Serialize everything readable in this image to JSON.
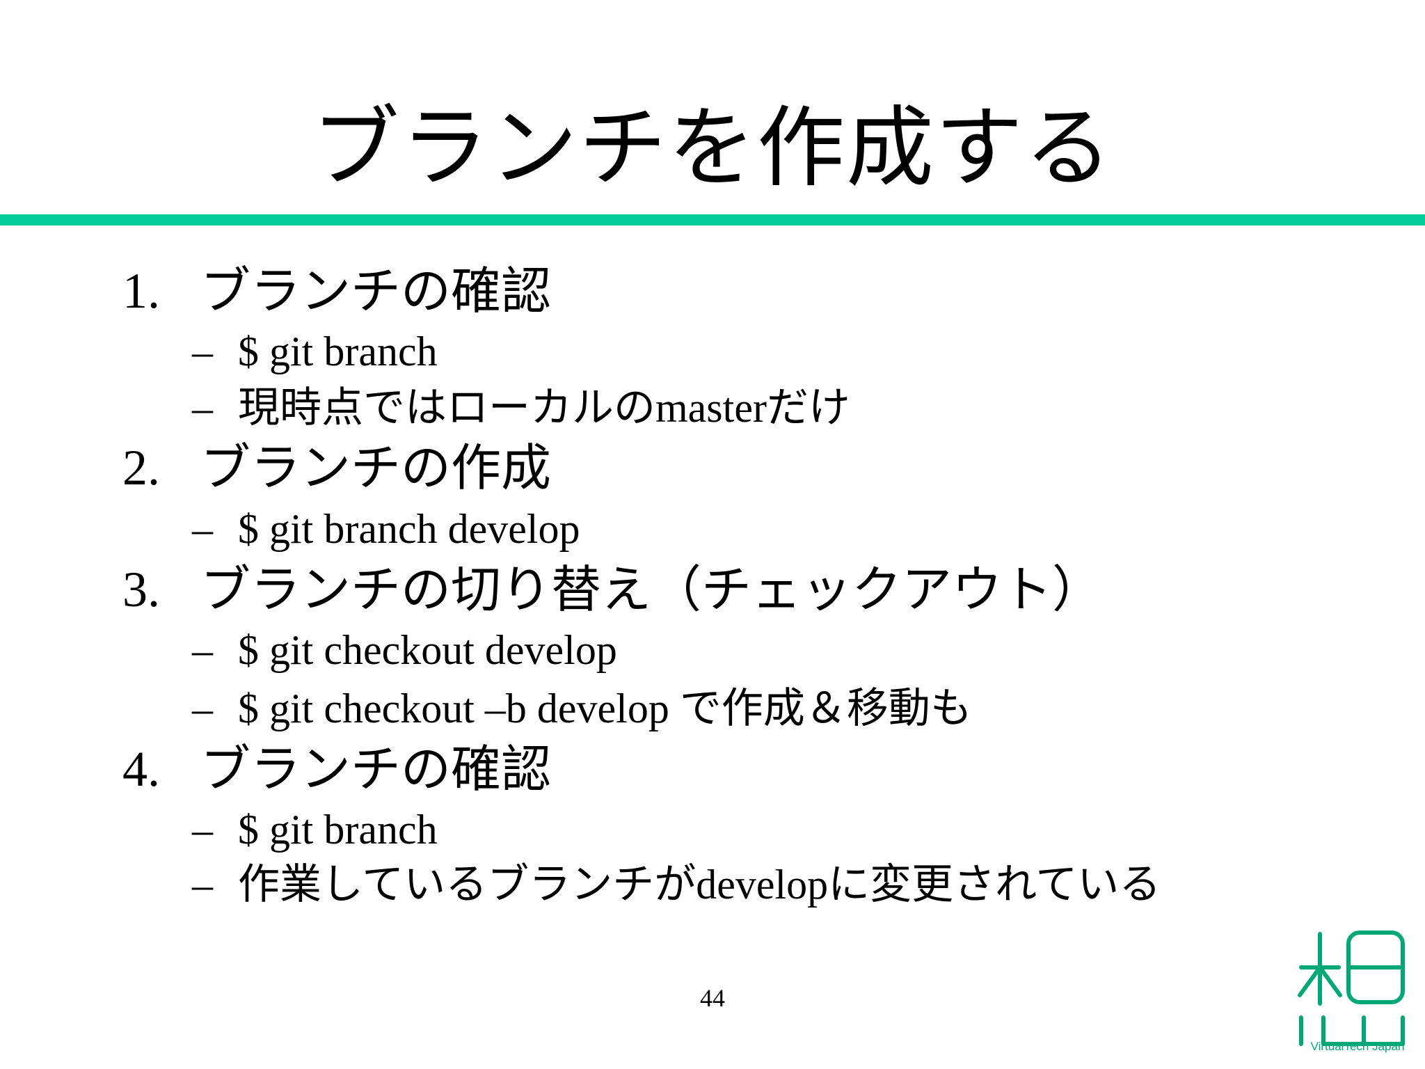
{
  "slide": {
    "title": "ブランチを作成する",
    "items": [
      {
        "number": "1.",
        "label": "ブランチの確認",
        "subitems": [
          {
            "dash": "–",
            "parts": [
              {
                "text": "$ git branch",
                "serif": true
              }
            ]
          },
          {
            "dash": "–",
            "parts": [
              {
                "text": "現時点ではローカルの",
                "serif": false
              },
              {
                "text": "master",
                "serif": true
              },
              {
                "text": "だけ",
                "serif": false
              }
            ]
          }
        ]
      },
      {
        "number": "2.",
        "label": "ブランチの作成",
        "subitems": [
          {
            "dash": "–",
            "parts": [
              {
                "text": "$ git branch develop",
                "serif": true
              }
            ]
          }
        ]
      },
      {
        "number": "3.",
        "label": "ブランチの切り替え（チェックアウト）",
        "subitems": [
          {
            "dash": "–",
            "parts": [
              {
                "text": "$ git checkout develop",
                "serif": true
              }
            ]
          },
          {
            "dash": "–",
            "parts": [
              {
                "text": "$ git checkout –b develop ",
                "serif": true
              },
              {
                "text": "で作成＆移動も",
                "serif": false
              }
            ]
          }
        ]
      },
      {
        "number": "4.",
        "label": "ブランチの確認",
        "subitems": [
          {
            "dash": "–",
            "parts": [
              {
                "text": "$ git branch",
                "serif": true
              }
            ]
          },
          {
            "dash": "–",
            "parts": [
              {
                "text": "作業しているブランチが",
                "serif": false
              },
              {
                "text": "develop",
                "serif": true
              },
              {
                "text": "に変更されている",
                "serif": false
              }
            ]
          }
        ]
      }
    ],
    "page_number": "44",
    "logo": {
      "caption": "VirtualTech Japan",
      "color": "#00a878"
    },
    "accent_color": "#00cc99"
  }
}
